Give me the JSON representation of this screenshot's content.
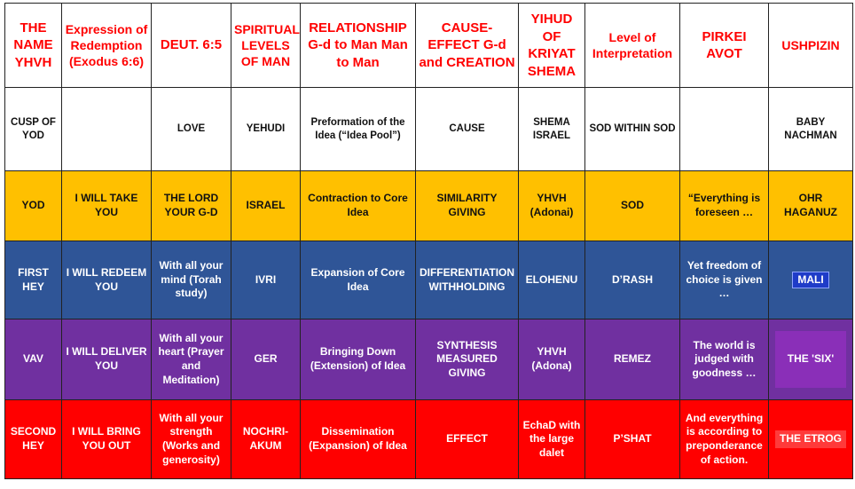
{
  "headers": [
    "THE NAME YHVH",
    "Expression of Redemption (Exodus 6:6)",
    "DEUT. 6:5",
    "SPIRITUAL LEVELS OF MAN",
    "RELATIONSHIP G-d to Man Man to Man",
    "CAUSE-EFFECT G-d and CREATION",
    "YIHUD OF KRIYAT SHEMA",
    "Level of Interpretation",
    "PIRKEI AVOT",
    "USHPIZIN"
  ],
  "rows": [
    [
      "CUSP OF YOD",
      "",
      "LOVE",
      "YEHUDI",
      "Preformation of the Idea (“Idea Pool”)",
      "CAUSE",
      "SHEMA ISRAEL",
      "SOD WITHIN SOD",
      "",
      "BABY NACHMAN"
    ],
    [
      "YOD",
      "I WILL TAKE YOU",
      "THE LORD YOUR G-D",
      "ISRAEL",
      "Contraction to Core Idea",
      "SIMILARITY GIVING",
      "YHVH (Adonai)",
      "SOD",
      "“Everything is foreseen …",
      "OHR HAGANUZ"
    ],
    [
      "FIRST HEY",
      "I WILL REDEEM YOU",
      "With all your mind (Torah study)",
      "IVRI",
      "Expansion of Core Idea",
      "DIFFERENTIATION WITHHOLDING",
      "ELOHENU",
      "D’RASH",
      "Yet freedom of choice is given …",
      "MALI"
    ],
    [
      "VAV",
      "I WILL DELIVER YOU",
      "With all your heart (Prayer and Meditation)",
      "GER",
      "Bringing Down (Extension) of Idea",
      "SYNTHESIS MEASURED GIVING",
      "YHVH (Adona)",
      "REMEZ",
      "The world is judged with goodness …",
      "THE 'SIX'"
    ],
    [
      "SECOND HEY",
      "I WILL BRING YOU OUT",
      "With all your strength (Works and generosity)",
      "NOCHRI-AKUM",
      "Dissemination (Expansion) of Idea",
      "EFFECT",
      "EchaD with the large dalet",
      "P’SHAT",
      "And everything is according to preponderance of action.",
      "THE ETROG"
    ]
  ],
  "colors": {
    "header_text": "#ff0000",
    "yod_row": "#ffc000",
    "first_hey_row": "#2f5597",
    "vav_row": "#7030a0",
    "second_hey_row": "#ff0000"
  }
}
